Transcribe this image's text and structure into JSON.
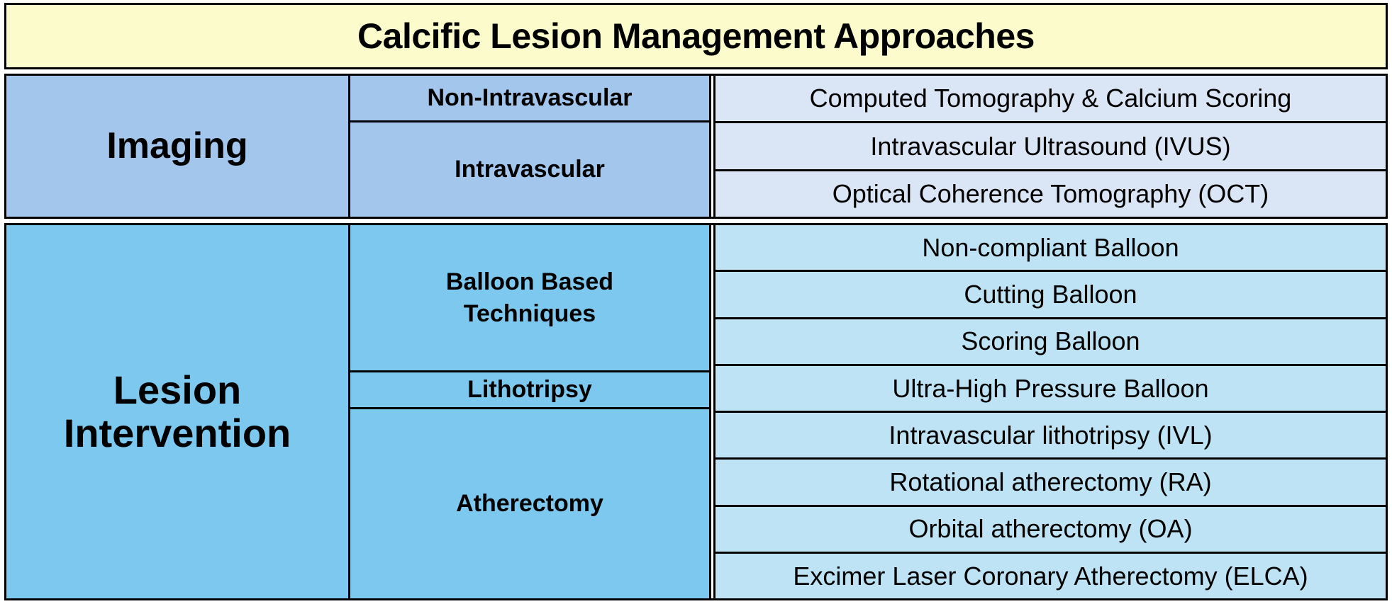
{
  "title": "Calcific Lesion Management Approaches",
  "colors": {
    "title_bg": "#FCFBCB",
    "imaging_header_bg": "#A3C6EC",
    "imaging_item_bg": "#DAE6F6",
    "intervention_header_bg": "#7DC8EE",
    "intervention_item_bg": "#BEE3F5",
    "border": "#000000",
    "text": "#000000"
  },
  "sections": [
    {
      "category": "Imaging",
      "subgroups": [
        {
          "label": "Non-Intravascular",
          "items": [
            "Computed Tomography & Calcium Scoring"
          ]
        },
        {
          "label": "Intravascular",
          "items": [
            "Intravascular Ultrasound (IVUS)",
            "Optical Coherence Tomography (OCT)"
          ]
        }
      ]
    },
    {
      "category": "Lesion Intervention",
      "category_line1": "Lesion",
      "category_line2": "Intervention",
      "subgroups": [
        {
          "label": "Balloon Based Techniques",
          "label_line1": "Balloon Based",
          "label_line2": "Techniques",
          "items": [
            "Non-compliant Balloon",
            "Cutting Balloon",
            "Scoring Balloon",
            "Ultra-High Pressure Balloon"
          ]
        },
        {
          "label": "Lithotripsy",
          "items": [
            "Intravascular lithotripsy (IVL)"
          ]
        },
        {
          "label": "Atherectomy",
          "items": [
            "Rotational atherectomy (RA)",
            "Orbital atherectomy (OA)",
            "Excimer Laser Coronary Atherectomy (ELCA)"
          ]
        }
      ]
    }
  ]
}
